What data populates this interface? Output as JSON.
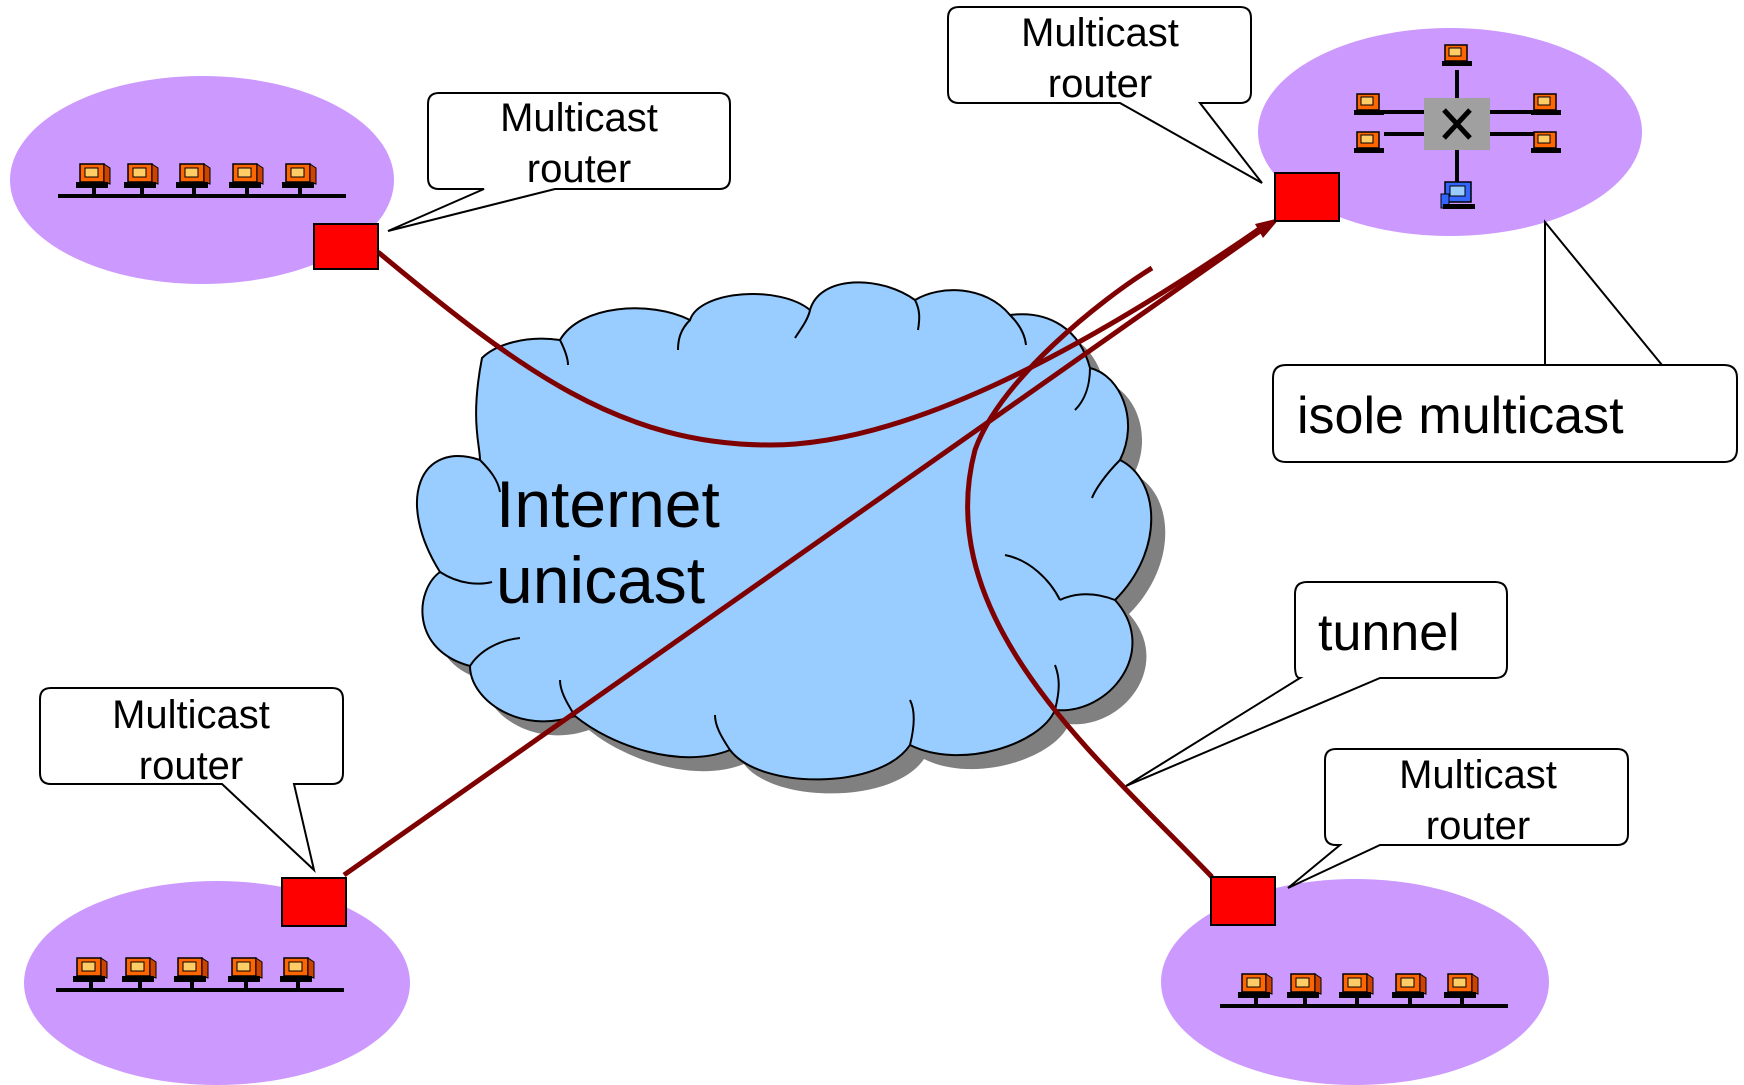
{
  "cloud": {
    "line1": "Internet",
    "line2": "unicast"
  },
  "callouts": {
    "router_tl": {
      "line1": "Multicast",
      "line2": "router"
    },
    "router_tr": {
      "line1": "Multicast",
      "line2": "router"
    },
    "router_bl": {
      "line1": "Multicast",
      "line2": "router"
    },
    "router_br": {
      "line1": "Multicast",
      "line2": "router"
    },
    "isole": {
      "text": "isole multicast"
    },
    "tunnel": {
      "text": "tunnel"
    }
  },
  "colors": {
    "island": "#cc99ff",
    "cloud": "#99ccff",
    "router": "#ff0000",
    "tunnel": "#7f0000",
    "computer": "#ff6600",
    "computer_highlight": "#3366ff",
    "switch": "#a0a0a0"
  },
  "icons": {
    "computer": "desktop-computer-icon",
    "switch": "switch-icon"
  }
}
